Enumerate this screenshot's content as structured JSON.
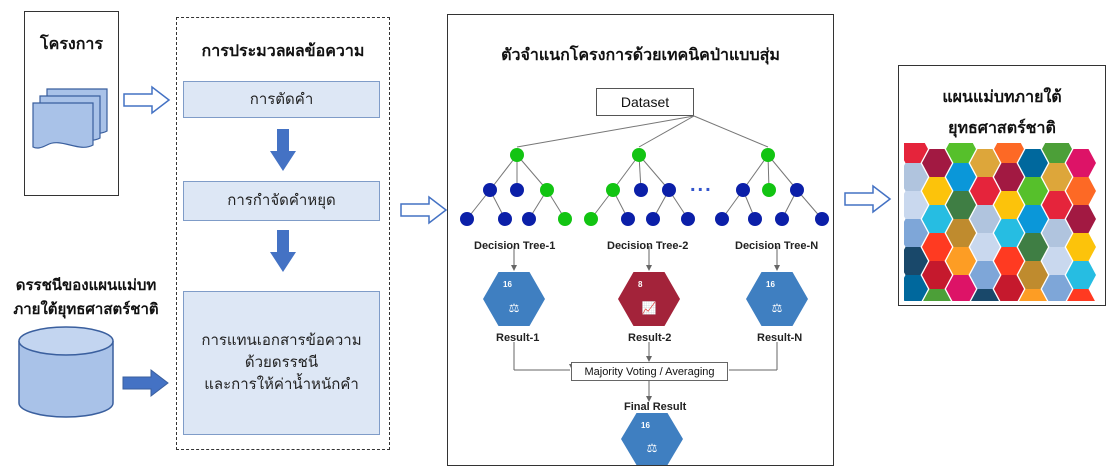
{
  "projects": {
    "label": "โครงการ"
  },
  "index_source": {
    "line1": "ดรรชนีของแผนแม่บท",
    "line2": "ภายใต้ยุทธศาสตร์ชาติ"
  },
  "preprocess": {
    "title": "การประมวลผลข้อความ",
    "steps": [
      "การตัดคำ",
      "การกำจัดคำหยุด"
    ],
    "step3": [
      "การแทนเอกสารข้อความ",
      "ด้วยดรรชนี",
      "และการให้ค่าน้ำหนักคำ"
    ]
  },
  "classifier": {
    "title": "ตัวจำแนกโครงการด้วยเทคนิคป่าแบบสุ่ม",
    "dataset_label": "Dataset",
    "trees": [
      "Decision Tree-1",
      "Decision Tree-2",
      "Decision Tree-N"
    ],
    "results": [
      "Result-1",
      "Result-2",
      "Result-N"
    ],
    "ellipsis": "...",
    "voting_label": "Majority Voting / Averaging",
    "final_label": "Final Result",
    "hex_number": "16",
    "hex_number_mid": "8"
  },
  "output": {
    "line1": "แผนแม่บทภายใต้",
    "line2": "ยุทธศาสตร์ชาติ"
  },
  "colors": {
    "node_green": "#12c412",
    "node_blue": "#0b1fa8",
    "arrow_blue": "#4472c4",
    "hex_blue": "#3f7fc1",
    "hex_red": "#a3233a",
    "step_fill": "#dde7f5"
  },
  "sdg_colors": [
    "#e5243b",
    "#dda63a",
    "#4c9f38",
    "#c5192d",
    "#ff3a21",
    "#26bde2",
    "#fcc30b",
    "#a21942",
    "#fd6925",
    "#dd1367",
    "#fd9d24",
    "#bf8b2e",
    "#3f7e44",
    "#0a97d9",
    "#56c02b",
    "#00689d",
    "#19486a",
    "#7ea6d8",
    "#c9d8ee",
    "#b0c4de"
  ]
}
